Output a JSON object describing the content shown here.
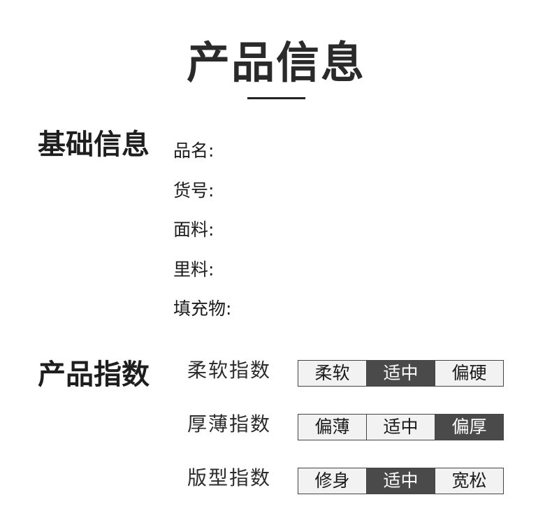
{
  "header": {
    "title": "产品信息"
  },
  "basic_info": {
    "heading": "基础信息",
    "fields": [
      {
        "label": "品名:",
        "value": ""
      },
      {
        "label": "货号:",
        "value": ""
      },
      {
        "label": "面料:",
        "value": ""
      },
      {
        "label": "里料:",
        "value": ""
      },
      {
        "label": "填充物:",
        "value": ""
      }
    ]
  },
  "product_index": {
    "heading": "产品指数",
    "rows": [
      {
        "label": "柔软指数",
        "options": [
          "柔软",
          "适中",
          "偏硬"
        ],
        "selected": 1
      },
      {
        "label": "厚薄指数",
        "options": [
          "偏薄",
          "适中",
          "偏厚"
        ],
        "selected": 2
      },
      {
        "label": "版型指数",
        "options": [
          "修身",
          "适中",
          "宽松"
        ],
        "selected": 1
      }
    ]
  },
  "colors": {
    "selected_bg": "#4a4a4a",
    "unselected_bg": "#f2f2f2",
    "text": "#222222"
  },
  "chart_data": {
    "type": "table",
    "title": "产品信息",
    "sections": [
      {
        "heading": "基础信息",
        "rows": [
          "品名:",
          "货号:",
          "面料:",
          "里料:",
          "填充物:"
        ]
      },
      {
        "heading": "产品指数",
        "rows": [
          {
            "label": "柔软指数",
            "options": [
              "柔软",
              "适中",
              "偏硬"
            ],
            "selected": "适中"
          },
          {
            "label": "厚薄指数",
            "options": [
              "偏薄",
              "适中",
              "偏厚"
            ],
            "selected": "偏厚"
          },
          {
            "label": "版型指数",
            "options": [
              "修身",
              "适中",
              "宽松"
            ],
            "selected": "适中"
          }
        ]
      }
    ]
  }
}
